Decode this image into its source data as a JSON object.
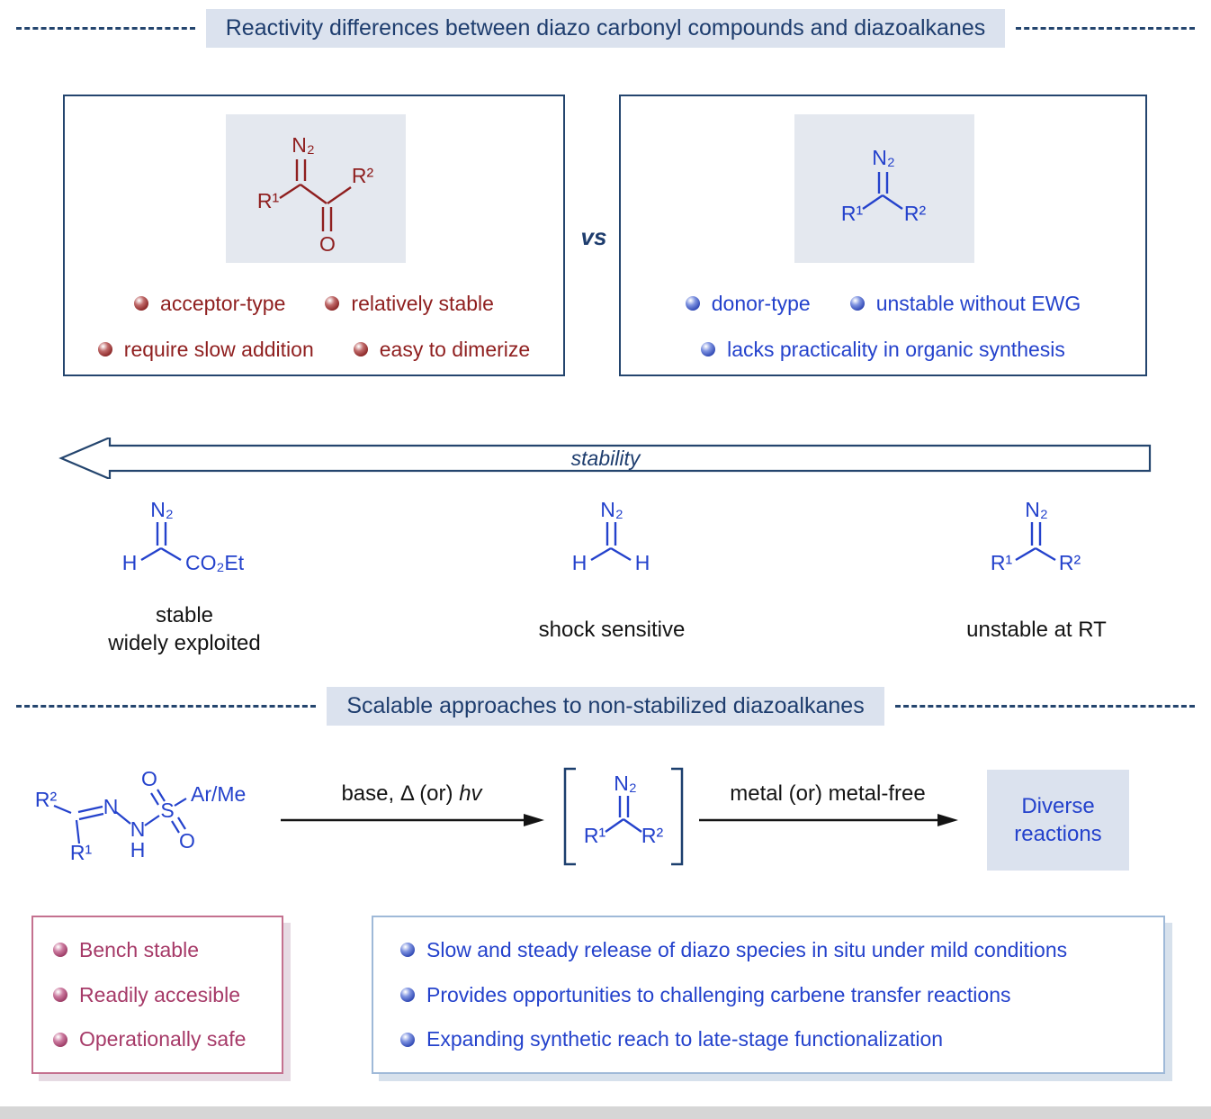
{
  "section1": {
    "title": "Reactivity differences between diazo carbonyl compounds and diazoalkanes",
    "vs": "vs",
    "diazo_carbonyl": {
      "labels": {
        "n2": "N₂",
        "r1": "R¹",
        "r2": "R²",
        "o": "O"
      },
      "bullets": [
        "acceptor-type",
        "relatively stable",
        "require slow addition",
        "easy to dimerize"
      ]
    },
    "diazoalkane": {
      "labels": {
        "n2": "N₂",
        "r1": "R¹",
        "r2": "R²"
      },
      "bullets": [
        "donor-type",
        "unstable without EWG",
        "lacks practicality in organic synthesis"
      ]
    }
  },
  "stability": {
    "arrow_label": "stability",
    "examples": [
      {
        "n2": "N₂",
        "left": "H",
        "right": "CO₂Et",
        "captions": [
          "stable",
          "widely exploited"
        ]
      },
      {
        "n2": "N₂",
        "left": "H",
        "right": "H",
        "captions": [
          "shock sensitive"
        ]
      },
      {
        "n2": "N₂",
        "left": "R¹",
        "right": "R²",
        "captions": [
          "unstable at RT"
        ]
      }
    ]
  },
  "section2": {
    "title": "Scalable approaches to non-stabilized diazoalkanes",
    "hydrazone_labels": {
      "r2": "R²",
      "r1": "R¹",
      "n1": "N",
      "n2": "N",
      "h": "H",
      "s": "S",
      "o1": "O",
      "o2": "O",
      "ar": "Ar/Me"
    },
    "arrow1": {
      "pre": "base, Δ (or) ",
      "hv": "hv"
    },
    "intermediate_labels": {
      "n2": "N₂",
      "r1": "R¹",
      "r2": "R²"
    },
    "arrow2": "metal (or) metal-free",
    "product": {
      "line1": "Diverse",
      "line2": "reactions"
    },
    "left_benefits": [
      "Bench stable",
      "Readily accesible",
      "Operationally safe"
    ],
    "right_benefits": [
      "Slow and steady release of diazo species in situ under mild conditions",
      "Provides opportunities to challenging carbene transfer reactions",
      "Expanding synthetic reach to late-stage functionalization"
    ]
  },
  "colors": {
    "navy": "#1e3d6e",
    "dark_red": "#8f1f1f",
    "blue": "#2442cc",
    "rose": "#a63a68",
    "chip_bg": "#dbe2ee",
    "panel_bg": "#e4e8ef"
  }
}
